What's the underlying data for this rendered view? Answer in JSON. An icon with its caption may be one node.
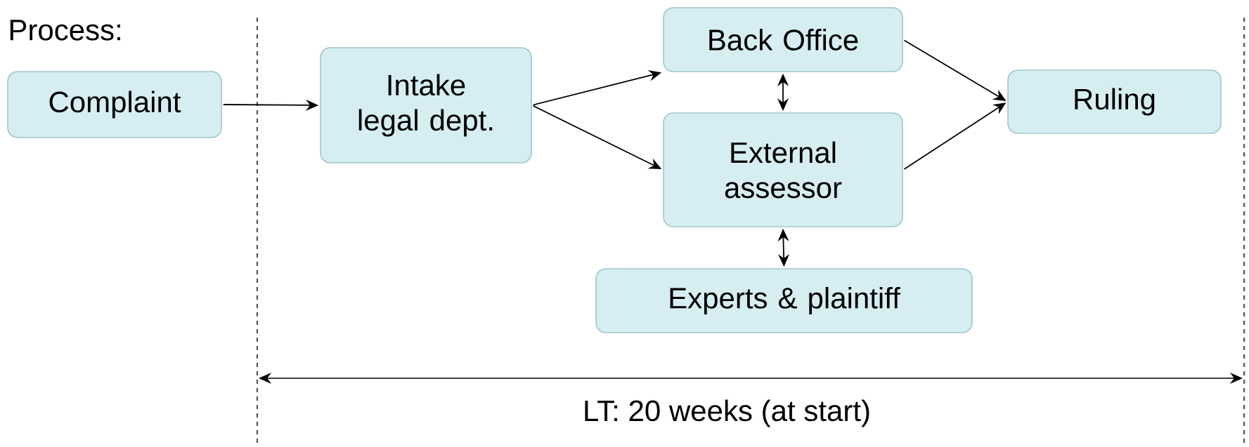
{
  "diagram": {
    "nodes": [
      {
        "text": [
          "Complaint"
        ]
      },
      {
        "text": [
          "Intake legal dept."
        ]
      },
      {
        "text": [
          "Back Office"
        ]
      },
      {
        "text": [
          "External assessor"
        ]
      },
      {
        "text": [
          "Ruling"
        ]
      },
      {
        "text": [
          "Experts & plaintiff"
        ]
      }
    ],
    "edges": [
      {
        "from": 0,
        "to": 1,
        "arrow": "to"
      },
      {
        "from": 1,
        "to": 2,
        "arrow": "to"
      },
      {
        "from": 1,
        "to": 3,
        "arrow": "to"
      },
      {
        "from": 2,
        "to": 3,
        "arrow": "both"
      },
      {
        "from": 2,
        "to": 4,
        "arrow": "to"
      },
      {
        "from": 3,
        "to": 4,
        "arrow": "to"
      },
      {
        "from": 3,
        "to": 5,
        "arrow": "both"
      }
    ],
    "labels": [
      "Process:",
      "LT: 20 weeks (at start)"
    ]
  }
}
